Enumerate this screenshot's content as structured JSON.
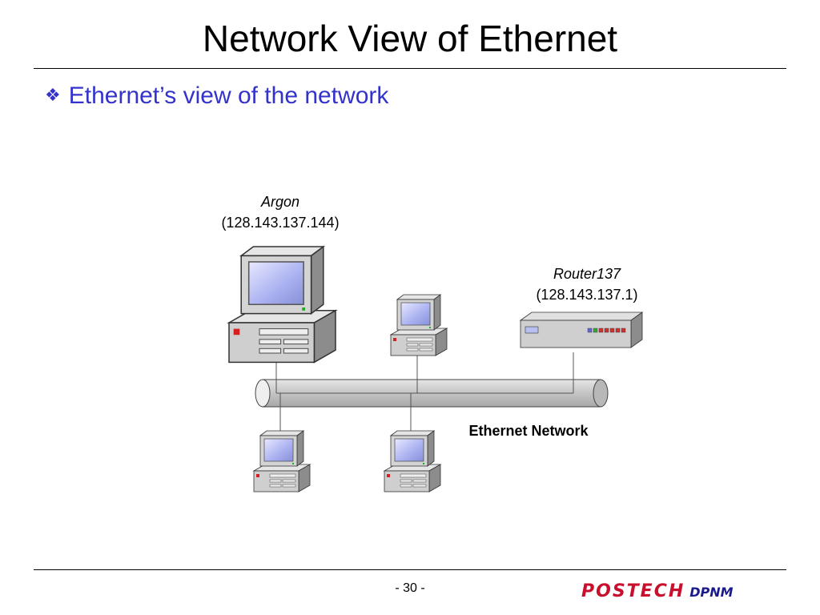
{
  "title": "Network View of Ethernet",
  "bullet": {
    "glyph": "❖",
    "text": "Ethernet’s view of the network"
  },
  "diagram": {
    "argon": {
      "name": "Argon",
      "address": "(128.143.137.144)"
    },
    "router": {
      "name": "Router137",
      "address": "(128.143.137.1)"
    },
    "network_label": "Ethernet Network"
  },
  "footer": {
    "page": "- 30 -",
    "logo_brand": "POSTECH",
    "logo_sub": "DPNM"
  },
  "colors": {
    "bullet": "#3333cc",
    "brand": "#c8102e",
    "sub": "#1a1a8c"
  }
}
